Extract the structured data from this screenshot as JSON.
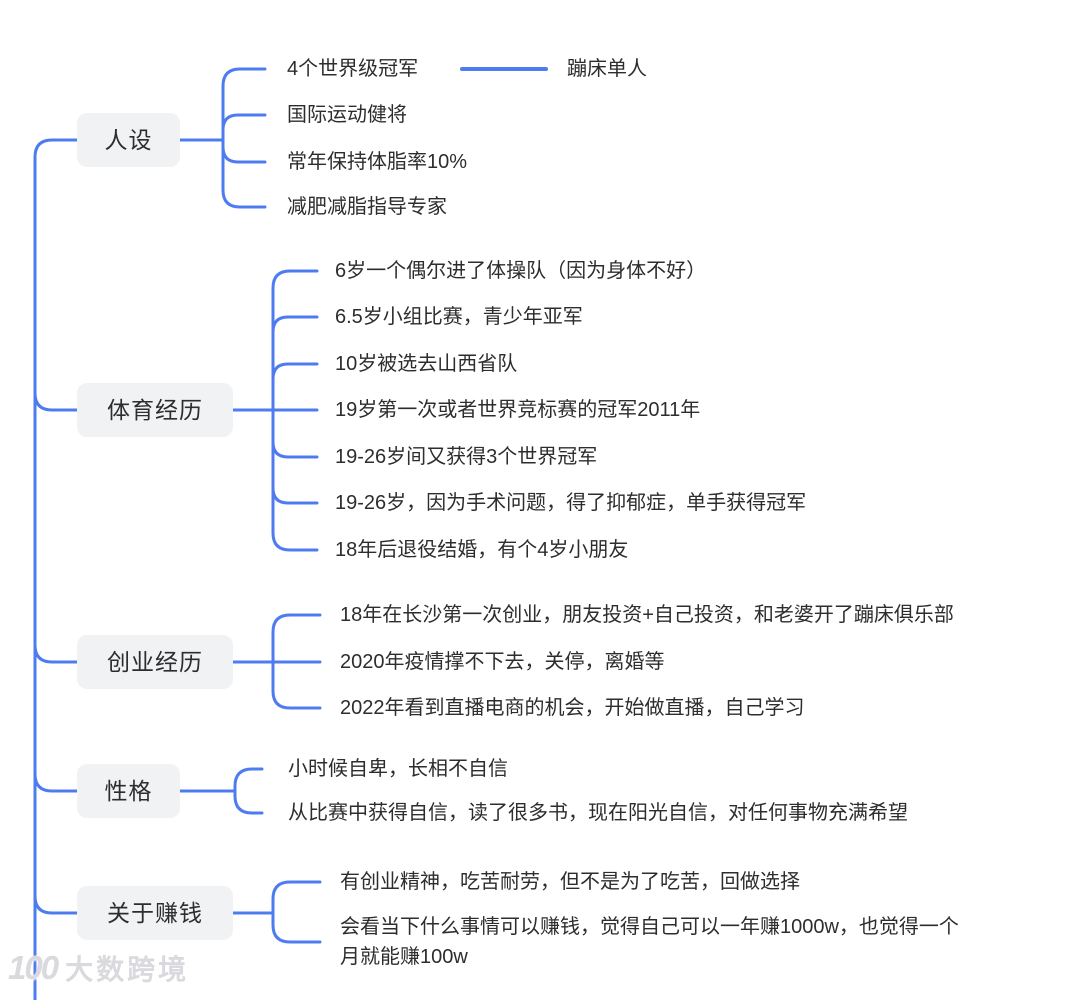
{
  "watermark": {
    "logo": "100",
    "text": "大数跨境"
  },
  "colors": {
    "line": "#4e7cf0",
    "node_bg": "#f1f2f4",
    "text": "#2d2d2d"
  },
  "mindmap": {
    "branches": [
      {
        "label": "人设",
        "children": [
          {
            "text": "4个世界级冠军",
            "children": [
              {
                "text": "蹦床单人"
              }
            ]
          },
          {
            "text": "国际运动健将"
          },
          {
            "text": "常年保持体脂率10%"
          },
          {
            "text": "减肥减脂指导专家"
          }
        ]
      },
      {
        "label": "体育经历",
        "children": [
          {
            "text": "6岁一个偶尔进了体操队（因为身体不好）"
          },
          {
            "text": "6.5岁小组比赛，青少年亚军"
          },
          {
            "text": "10岁被选去山西省队"
          },
          {
            "text": "19岁第一次或者世界竞标赛的冠军2011年"
          },
          {
            "text": "19-26岁间又获得3个世界冠军"
          },
          {
            "text": "19-26岁，因为手术问题，得了抑郁症，单手获得冠军"
          },
          {
            "text": "18年后退役结婚，有个4岁小朋友"
          }
        ]
      },
      {
        "label": "创业经历",
        "children": [
          {
            "text": "18年在长沙第一次创业，朋友投资+自己投资，和老婆开了蹦床俱乐部"
          },
          {
            "text": "2020年疫情撑不下去，关停，离婚等"
          },
          {
            "text": "2022年看到直播电商的机会，开始做直播，自己学习"
          }
        ]
      },
      {
        "label": "性格",
        "children": [
          {
            "text": "小时候自卑，长相不自信"
          },
          {
            "text": "从比赛中获得自信，读了很多书，现在阳光自信，对任何事物充满希望"
          }
        ]
      },
      {
        "label": "关于赚钱",
        "children": [
          {
            "text": "有创业精神，吃苦耐劳，但不是为了吃苦，回做选择"
          },
          {
            "text": "会看当下什么事情可以赚钱，觉得自己可以一年赚1000w，也觉得一个月就能赚100w"
          }
        ]
      }
    ]
  }
}
